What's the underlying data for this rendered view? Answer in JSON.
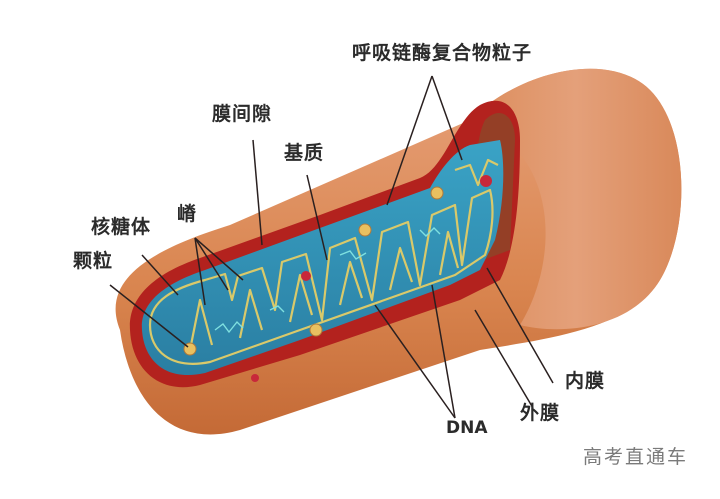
{
  "diagram": {
    "subject": "mitochondrion cross-section",
    "colors": {
      "outer_membrane": "#d98a57",
      "outer_membrane_shadow": "#b8643a",
      "intermembrane_space": "#b3221e",
      "matrix": "#2f8fb5",
      "inner_membrane_line": "#d9c96a",
      "granule": "#e8c060",
      "ribosome": "#c8283a",
      "dna": "#7fe0e0",
      "leader_line": "#2a2020",
      "label_text": "#2b2b2b",
      "watermark_text": "#7a7a7a"
    },
    "labels": {
      "respiratory_particle": "呼吸链酶复合物粒子",
      "intermembrane_space": "膜间隙",
      "matrix": "基质",
      "cristae": "嵴",
      "ribosome": "核糖体",
      "granule": "颗粒",
      "inner_membrane": "内膜",
      "outer_membrane": "外膜",
      "dna": "DNA"
    },
    "watermark": "高考直通车"
  }
}
